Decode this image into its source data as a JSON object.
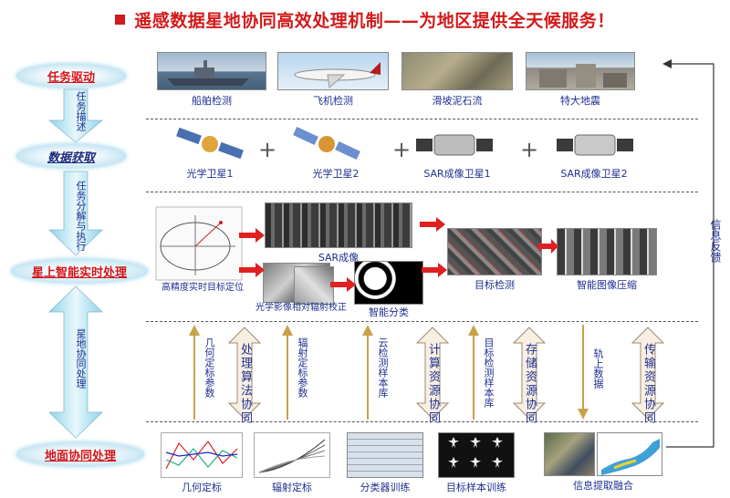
{
  "title": "遥感数据星地协同高效处理机制——为地区提供全天候服务！",
  "stages": {
    "task": "任务驱动",
    "acquire": "数据获取",
    "onboard": "星上智能实时处理",
    "ground": "地面协同处理"
  },
  "flows": {
    "f1": "任务描述",
    "f2": "任务分解与执行",
    "f3": "星地协同处理"
  },
  "feedback": "信息反馈",
  "tasks": [
    "船舶检测",
    "飞机检测",
    "滑坡泥石流",
    "特大地震"
  ],
  "satellites": [
    "光学卫星1",
    "光学卫星2",
    "SAR成像卫星1",
    "SAR成像卫星2"
  ],
  "onboard": {
    "sar": "SAR成像",
    "locate": "高精度实时目标定位",
    "radcorr": "光学影像相对辐射校正",
    "classify": "智能分类",
    "detect": "目标检测",
    "compress": "智能图像压缩"
  },
  "up_labels": [
    "几何定标参数",
    "辐射定标参数",
    "云检测样本库",
    "目标检测样本库"
  ],
  "down_label": "轨上数据",
  "double_labels": [
    "处理算法协同",
    "计算资源协同",
    "存储资源协同",
    "传输资源协同"
  ],
  "ground": [
    "几何定标",
    "辐射定标",
    "分类器训练",
    "目标样本训练",
    "信息提取融合"
  ]
}
